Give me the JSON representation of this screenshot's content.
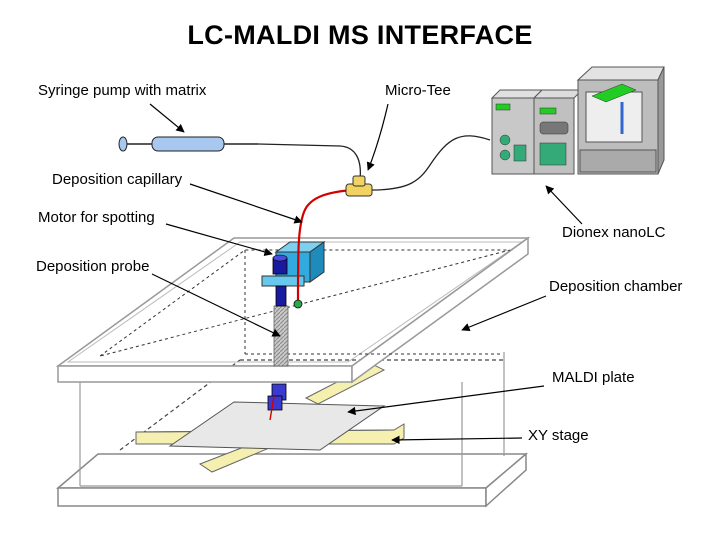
{
  "title": "LC-MALDI MS INTERFACE",
  "labels": {
    "syringe_pump": "Syringe pump with matrix",
    "micro_tee": "Micro-Tee",
    "deposition_capillary": "Deposition capillary",
    "motor": "Motor for spotting",
    "deposition_probe": "Deposition probe",
    "dionex": "Dionex nanoLC",
    "deposition_chamber": "Deposition chamber",
    "maldi_plate": "MALDI plate",
    "xy_stage": "XY stage"
  },
  "colors": {
    "capillary": "#d40000",
    "syringe_body": "#a8c8f0",
    "tee": "#f2d260",
    "motor_block": "#33aadd",
    "motor_cylinder": "#1a1aa0",
    "lc_display": "#22cc22",
    "lc_body": "#c8c8c8",
    "stage_rails": "#f5f0b0",
    "plate": "#e8e8e8"
  }
}
